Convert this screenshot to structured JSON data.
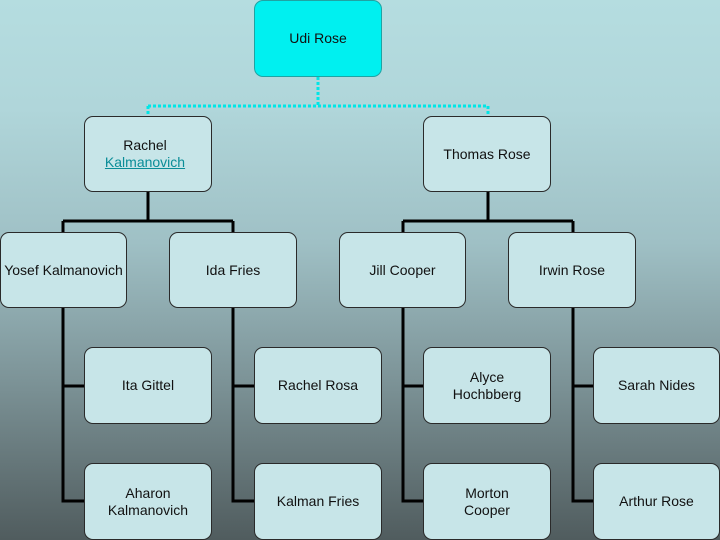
{
  "colors": {
    "root_fill": "#00f0f0",
    "node_fill": "#c7e5e8",
    "connector_root": "#00e6e6",
    "connector": "#000000"
  },
  "nodes": {
    "udi": {
      "label": "Udi Rose"
    },
    "rachel": {
      "label_prefix": "Rachel ",
      "label_link": "Kalmanovich"
    },
    "thomas": {
      "label": "Thomas Rose"
    },
    "yosef": {
      "label": "Yosef Kalmanovich"
    },
    "ida": {
      "label": "Ida Fries"
    },
    "jill": {
      "label": "Jill Cooper"
    },
    "irwin": {
      "label": "Irwin Rose"
    },
    "ita": {
      "label": "Ita Gittel"
    },
    "rachel_rosa": {
      "label": "Rachel Rosa"
    },
    "alyce": {
      "label": "Alyce Hochbberg"
    },
    "sarah": {
      "label": "Sarah Nides"
    },
    "aharon": {
      "label": "Aharon Kalmanovich"
    },
    "kalman": {
      "label": "Kalman Fries"
    },
    "morton": {
      "label": "Morton Cooper"
    },
    "arthur": {
      "label": "Arthur Rose"
    }
  }
}
